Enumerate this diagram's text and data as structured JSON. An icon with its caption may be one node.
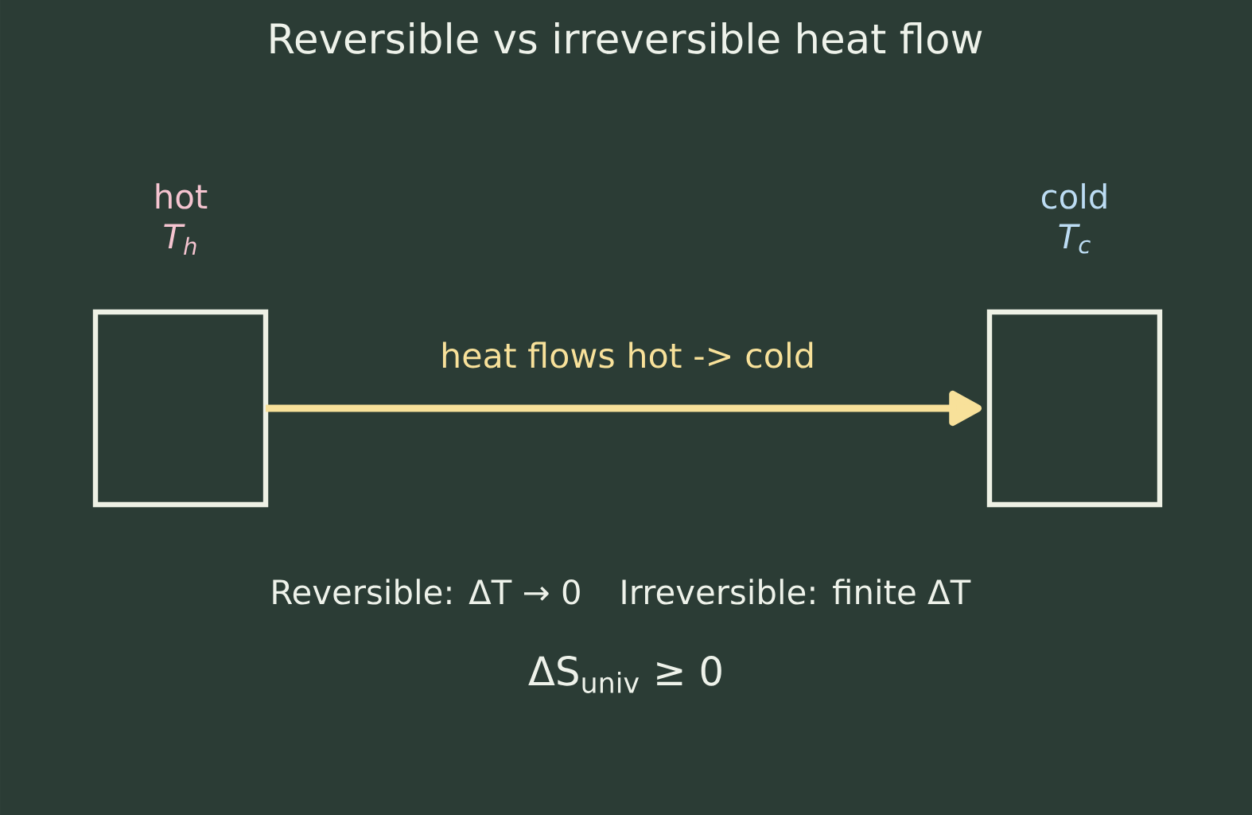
{
  "diagram": {
    "title": "Reversible vs irreversible heat flow",
    "nodes": [
      {
        "text": [
          "hot",
          "T$_{h}$"
        ]
      },
      {
        "text": [
          "cold",
          "T$_{c}$"
        ]
      }
    ],
    "edges": [
      {
        "from": 0,
        "to": 1,
        "arrow": "to",
        "label": "heat flows hot -> cold",
        "color": "#f8e19a"
      }
    ],
    "labels": [
      "Reversible: ΔT → 0",
      "Irreversible: finite ΔT",
      "ΔS$_{univ}$ ≥ 0"
    ]
  }
}
